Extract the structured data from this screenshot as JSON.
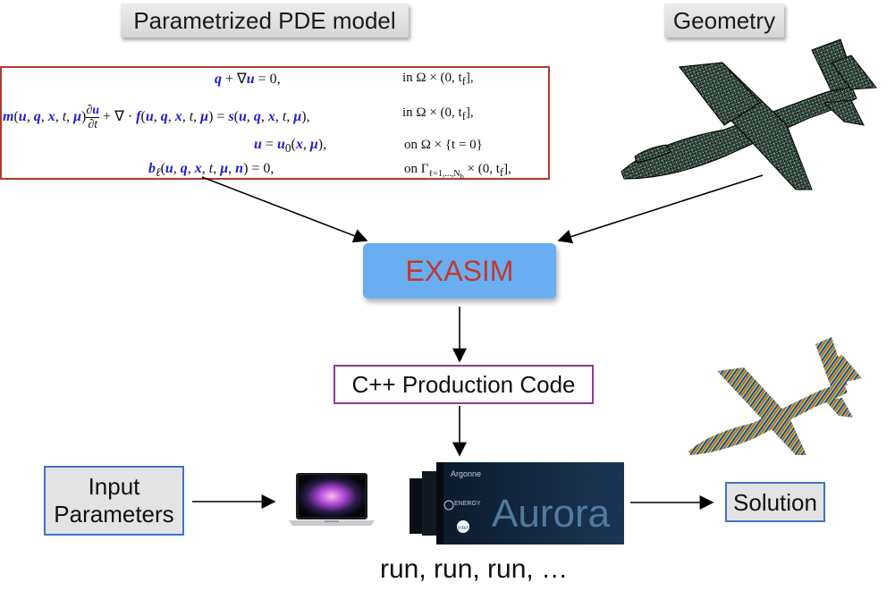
{
  "labels": {
    "pde_model": "Parametrized PDE model",
    "geometry": "Geometry",
    "exasim": "EXASIM",
    "cpp_code": "C++ Production Code",
    "input_line1": "Input",
    "input_line2": "Parameters",
    "solution": "Solution",
    "run": "run, run, run, …"
  },
  "equations": {
    "eq1_lhs": "q + ∇u = 0,",
    "eq1_cond": "in Ω × (0, t",
    "eq2_cond": "in Ω × (0, t",
    "eq3_cond": "on Ω × {t = 0}",
    "eq4_cond": "on Γ"
  },
  "server_text": {
    "brand": "Argonne",
    "name": "Aurora",
    "chip": "intel",
    "energy": "ENERGY"
  },
  "colors": {
    "eq_border": "#b03a2e",
    "exasim_fill": "#6aaef2",
    "exasim_text": "#c0392b",
    "cpp_border": "#8e3a92",
    "box_border": "#3f73c8"
  }
}
